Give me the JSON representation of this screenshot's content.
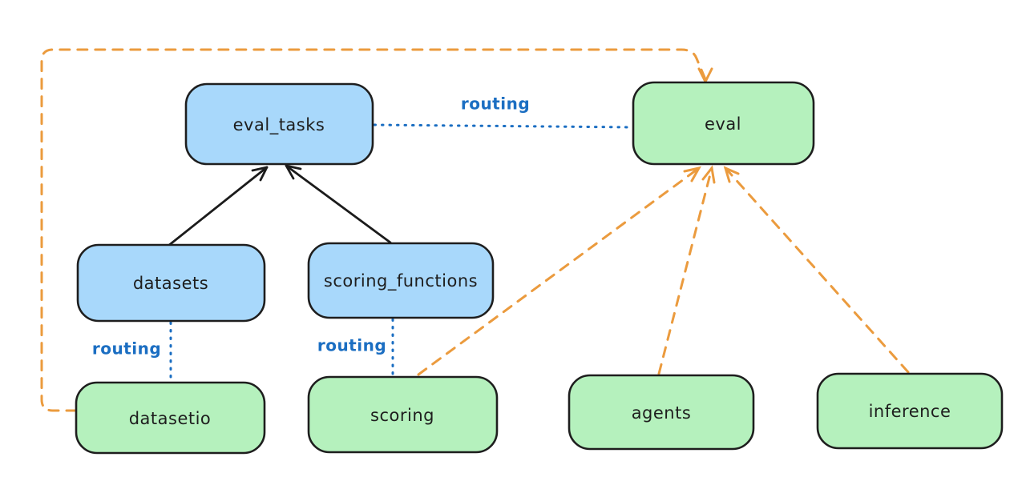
{
  "diagram": {
    "nodes": [
      {
        "id": "eval_tasks",
        "label": "eval_tasks",
        "color": "blue"
      },
      {
        "id": "eval",
        "label": "eval",
        "color": "green"
      },
      {
        "id": "datasets",
        "label": "datasets",
        "color": "blue"
      },
      {
        "id": "scoring_functions",
        "label": "scoring_functions",
        "color": "blue"
      },
      {
        "id": "datasetio",
        "label": "datasetio",
        "color": "green"
      },
      {
        "id": "scoring",
        "label": "scoring",
        "color": "green"
      },
      {
        "id": "agents",
        "label": "agents",
        "color": "green"
      },
      {
        "id": "inference",
        "label": "inference",
        "color": "green"
      }
    ],
    "edges": [
      {
        "from": "eval_tasks",
        "to": "eval",
        "style": "dotted",
        "color": "blue",
        "label": "routing"
      },
      {
        "from": "datasets",
        "to": "datasetio",
        "style": "dotted",
        "color": "blue",
        "label": "routing"
      },
      {
        "from": "scoring_functions",
        "to": "scoring",
        "style": "dotted",
        "color": "blue",
        "label": "routing"
      },
      {
        "from": "datasets",
        "to": "eval_tasks",
        "style": "solid-arrow",
        "color": "black",
        "label": ""
      },
      {
        "from": "scoring_functions",
        "to": "eval_tasks",
        "style": "solid-arrow",
        "color": "black",
        "label": ""
      },
      {
        "from": "datasetio",
        "to": "eval",
        "style": "dashed-arrow",
        "color": "orange",
        "label": "",
        "route": "around-left-and-top"
      },
      {
        "from": "scoring",
        "to": "eval",
        "style": "dashed-arrow",
        "color": "orange",
        "label": ""
      },
      {
        "from": "agents",
        "to": "eval",
        "style": "dashed-arrow",
        "color": "orange",
        "label": ""
      },
      {
        "from": "inference",
        "to": "eval",
        "style": "dashed-arrow",
        "color": "orange",
        "label": ""
      }
    ],
    "colors": {
      "node_blue_fill": "#a8d8fb",
      "node_green_fill": "#b5f1bd",
      "node_border": "#1e1e1e",
      "routing_blue": "#1b6ec2",
      "arrow_orange": "#eb9b3e",
      "arrow_black": "#1b1b1b",
      "background": "#ffffff"
    }
  }
}
